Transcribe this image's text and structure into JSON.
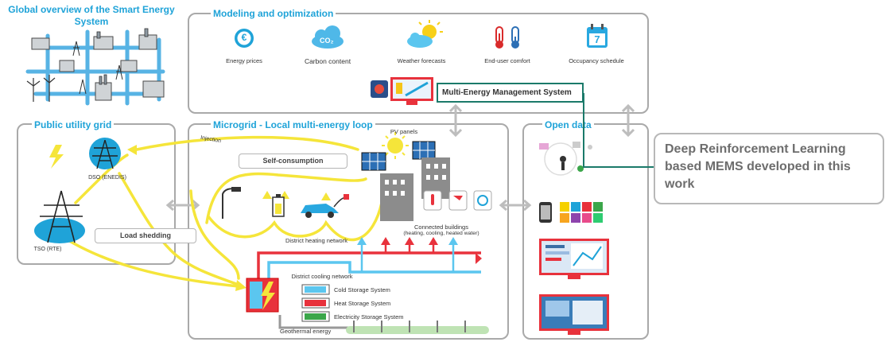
{
  "global": {
    "title": "Global overview of the Smart Energy System"
  },
  "modeling": {
    "title": "Modeling and optimization",
    "items": [
      "Energy prices",
      "Carbon content",
      "Weather forecasts",
      "End-user comfort",
      "Occupancy schedule"
    ],
    "calendar_day": "7",
    "co2_label": "CO₂",
    "euro_symbol": "€"
  },
  "mems": {
    "label": "Multi-Energy Management System"
  },
  "utility": {
    "title": "Public utility grid",
    "dso": "DSO (ENEDIS)",
    "tso": "TSO (RTE)",
    "load_shedding": "Load shedding",
    "injection": "Injection"
  },
  "microgrid": {
    "title": "Microgrid - Local multi-energy loop",
    "self_consumption": "Self-consumption",
    "pv_panels": "PV panels",
    "connected_buildings": "Connected buildings",
    "connected_buildings_sub": "(heating, cooling, heated water)",
    "district_heating": "District heating network",
    "district_cooling": "District cooling network",
    "storage": [
      "Cold Storage System",
      "Heat Storage System",
      "Electricity Storage System"
    ],
    "geothermal": "Geothermal energy"
  },
  "open_data": {
    "title": "Open data"
  },
  "callout": {
    "text": "Deep Reinforcement Learning based MEMS developed in this work"
  },
  "colors": {
    "accent_blue": "#1fa3d8",
    "panel_border": "#a9a9a9",
    "yellow": "#f5e53a",
    "red": "#e8323c",
    "sky": "#5bc6ef",
    "teal": "#1b7a6a"
  }
}
